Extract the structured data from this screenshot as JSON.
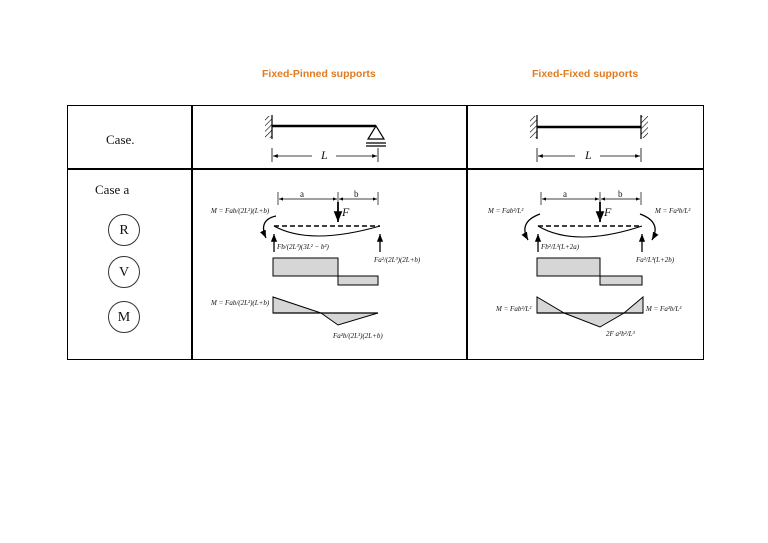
{
  "headers": {
    "fixed_pinned": "Fixed-Pinned supports",
    "fixed_fixed": "Fixed-Fixed supports"
  },
  "row_labels": {
    "case_header": "Case.",
    "case_a": "Case a",
    "reaction": "R",
    "shear": "V",
    "moment": "M"
  },
  "diagram_labels": {
    "span": "L",
    "dim_a": "a",
    "dim_b": "b",
    "force": "F"
  },
  "fixed_pinned_formulas": {
    "fixed_end_moment": "M = Fab/(2L²)(L+b)",
    "left_reaction": "Fb/(2L³)(3L² − b²)",
    "right_reaction": "Fa²/(2L³)(2L+b)",
    "moment_left": "M = Fab/(2L²)(L+b)",
    "moment_under_load": "Fa²b/(2L³)(2L+b)"
  },
  "fixed_fixed_formulas": {
    "left_end_moment": "M = Fab²/L²",
    "right_end_moment": "M = Fa²b/L²",
    "left_reaction": "Fb²/L³(L+2a)",
    "right_reaction": "Fa²/L³(L+2b)",
    "moment_left": "M = Fab²/L²",
    "moment_right": "M = Fa²b/L²",
    "moment_under_load": "2F a²b²/L³"
  },
  "colors": {
    "header": "#e07b20",
    "diagram_fill": "#d6d6d6",
    "line": "#000000"
  }
}
